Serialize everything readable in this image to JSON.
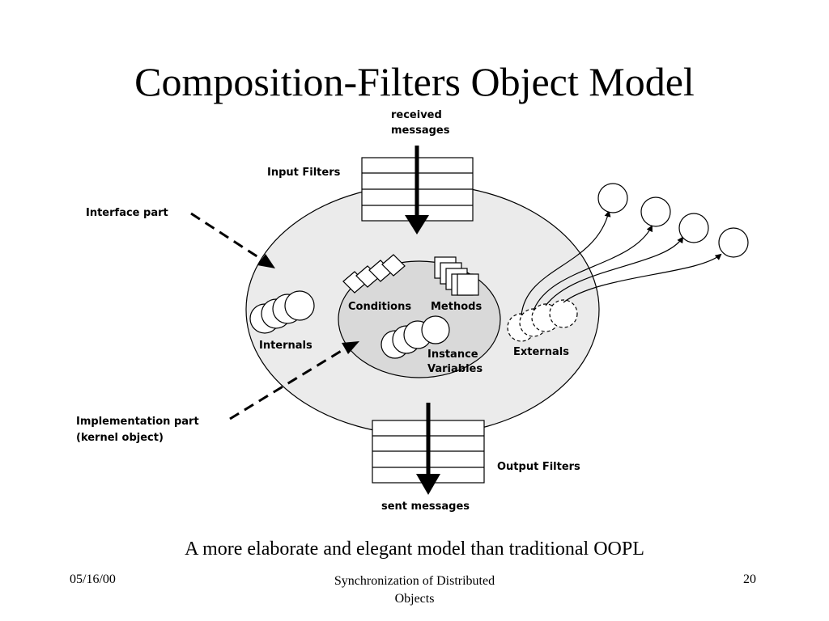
{
  "slide": {
    "title": "Composition-Filters Object Model",
    "caption": "A more elaborate and elegant model than traditional OOPL",
    "footer": {
      "date": "05/16/00",
      "title_line1": "Synchronization of Distributed",
      "title_line2": "Objects",
      "page": "20"
    }
  },
  "diagram": {
    "labels": {
      "received_line1": "received",
      "received_line2": "messages",
      "input_filters": "Input Filters",
      "interface_part": "Interface part",
      "conditions": "Conditions",
      "methods": "Methods",
      "internals": "Internals",
      "instance_line1": "Instance",
      "instance_line2": "Variables",
      "externals": "Externals",
      "impl_line1": "Implementation part",
      "impl_line2": "(kernel object)",
      "output_filters": "Output Filters",
      "sent_messages": "sent messages"
    },
    "colors": {
      "outer_ellipse": "#ebebeb",
      "kernel_ellipse": "#d9d9d9",
      "stroke": "#000000"
    }
  }
}
